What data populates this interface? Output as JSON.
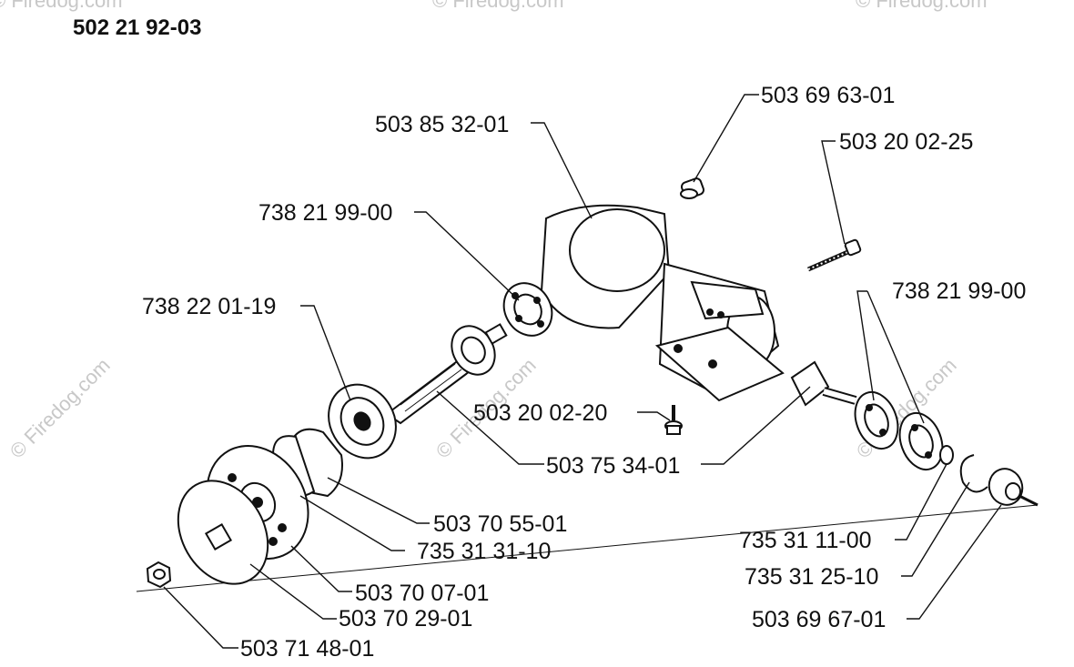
{
  "assembly_number": "502 21 92-03",
  "watermark": "© Firedog.com",
  "parts": {
    "plug_top": "503 69 63-01",
    "gear_housing": "503 85 32-01",
    "screw_long": "503 20 02-25",
    "bearing_left_small": "738 21 99-00",
    "bearing_right": "738 21 99-00",
    "bearing_shaft": "738 22 01-19",
    "screw_short": "503 20 02-20",
    "gear_shaft": "503 75 34-01",
    "cover_plate": "503 70 55-01",
    "circlip_left": "735 31 31-10",
    "flange_plate": "503 70 07-01",
    "spacer_disc": "503 70 29-01",
    "nut": "503 71 48-01",
    "washer": "735 31 11-00",
    "circlip_right": "735 31 25-10",
    "end_washer": "503 69 67-01"
  }
}
